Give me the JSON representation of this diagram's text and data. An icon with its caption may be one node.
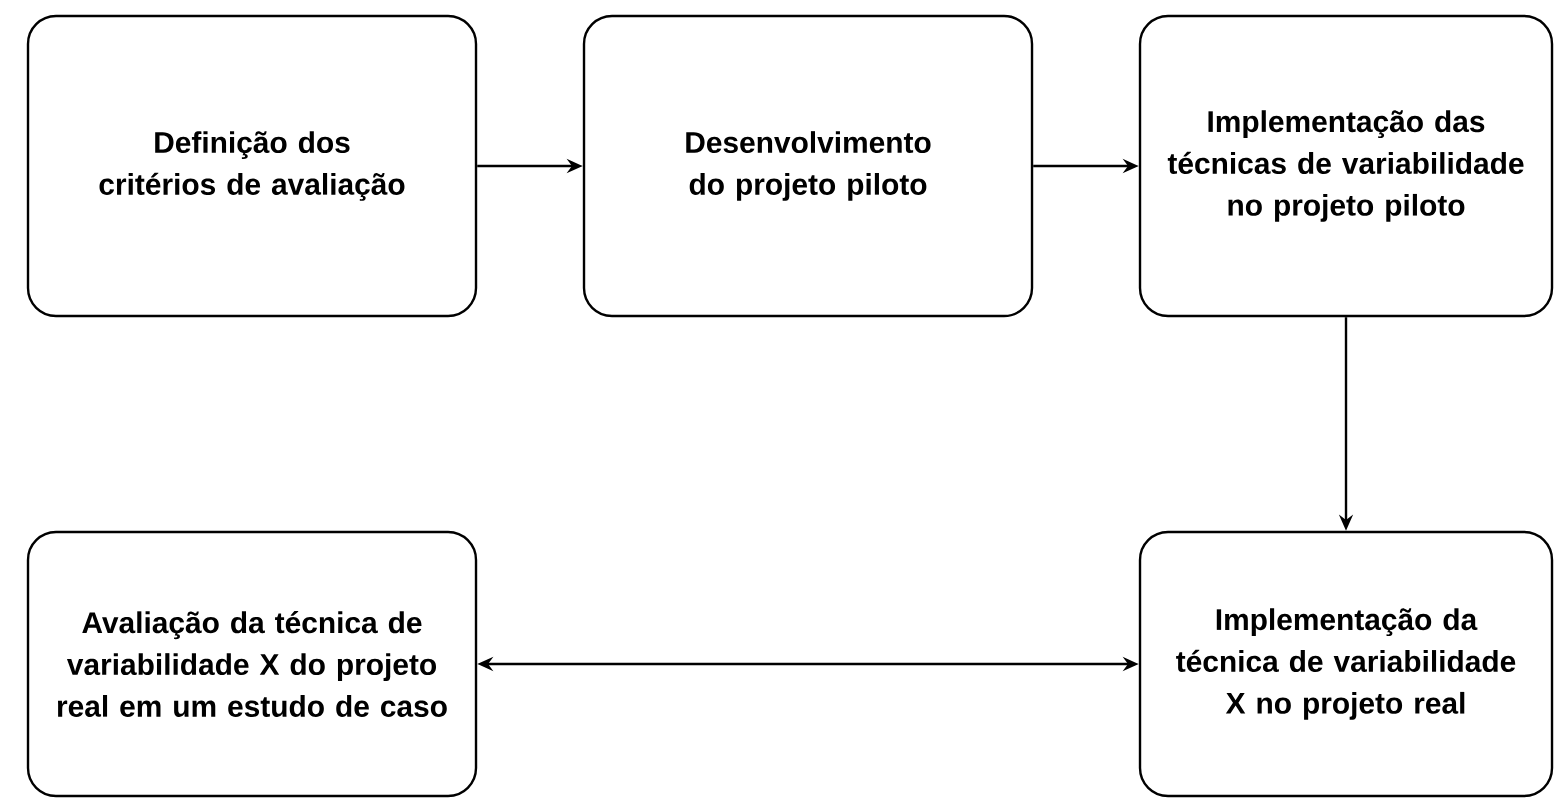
{
  "diagram": {
    "nodes": [
      {
        "text": [
          "Definição dos critérios de avaliação"
        ]
      },
      {
        "text": [
          "Desenvolvimento do projeto piloto"
        ]
      },
      {
        "text": [
          "Implementação das técnicas de variabilidade no projeto piloto"
        ]
      },
      {
        "text": [
          "Avaliação da técnica de variabilidade X do projeto real em um estudo de caso"
        ]
      },
      {
        "text": [
          "Implementação da técnica de variabilidade X no projeto real"
        ]
      }
    ],
    "edges": [
      {
        "from": 0,
        "to": 1,
        "arrow": "to"
      },
      {
        "from": 1,
        "to": 2,
        "arrow": "to"
      },
      {
        "from": 2,
        "to": 4,
        "arrow": "to"
      },
      {
        "from": 3,
        "to": 4,
        "arrow": "both"
      }
    ]
  }
}
